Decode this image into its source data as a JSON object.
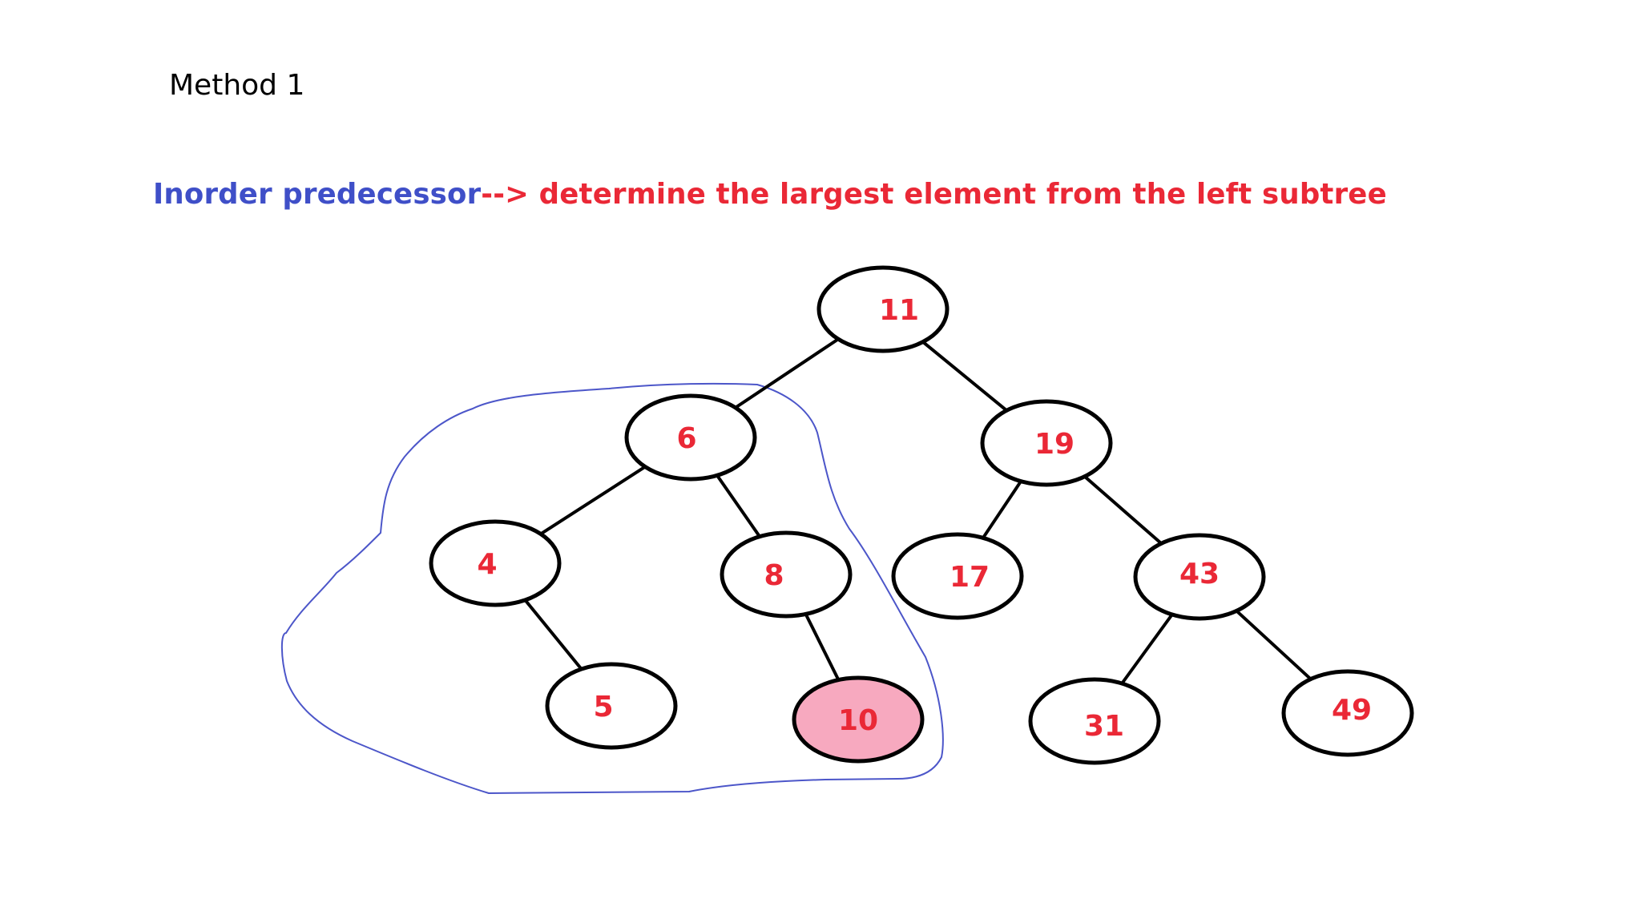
{
  "slide": {
    "method_label": "Method 1",
    "headline": {
      "part1": "Inorder predecessor",
      "part2": "--> determine the largest element from the left subtree"
    }
  },
  "colors": {
    "headline_blue": "#3f4fc8",
    "node_text_red": "#ea2836",
    "highlight_fill": "#f7a9bf",
    "outline_blue": "#4c56c9",
    "stroke_black": "#000000"
  },
  "tree": {
    "nodes": [
      {
        "id": "n11",
        "label": "11",
        "highlighted": false
      },
      {
        "id": "n6",
        "label": "6",
        "highlighted": false
      },
      {
        "id": "n19",
        "label": "19",
        "highlighted": false
      },
      {
        "id": "n4",
        "label": "4",
        "highlighted": false
      },
      {
        "id": "n8",
        "label": "8",
        "highlighted": false
      },
      {
        "id": "n17",
        "label": "17",
        "highlighted": false
      },
      {
        "id": "n43",
        "label": "43",
        "highlighted": false
      },
      {
        "id": "n5",
        "label": "5",
        "highlighted": false
      },
      {
        "id": "n10",
        "label": "10",
        "highlighted": true
      },
      {
        "id": "n31",
        "label": "31",
        "highlighted": false
      },
      {
        "id": "n49",
        "label": "49",
        "highlighted": false
      }
    ],
    "edges": [
      [
        "n11",
        "n6"
      ],
      [
        "n11",
        "n19"
      ],
      [
        "n6",
        "n4"
      ],
      [
        "n6",
        "n8"
      ],
      [
        "n4",
        "n5"
      ],
      [
        "n8",
        "n10"
      ],
      [
        "n19",
        "n17"
      ],
      [
        "n19",
        "n43"
      ],
      [
        "n43",
        "n31"
      ],
      [
        "n43",
        "n49"
      ]
    ],
    "left_subtree_outline": {
      "encloses": [
        "n6",
        "n4",
        "n8",
        "n5",
        "n10"
      ]
    }
  }
}
